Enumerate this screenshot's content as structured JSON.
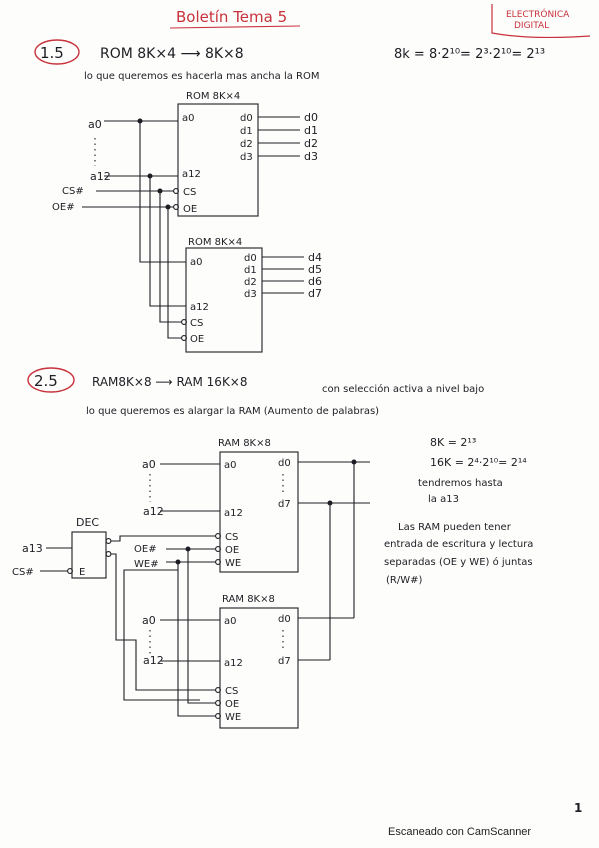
{
  "header": {
    "title": "Boletín Tema 5",
    "stamp_line1": "ELECTRÓNICA",
    "stamp_line2": "DIGITAL"
  },
  "colors": {
    "ink": "#1d1d24",
    "accent_red": "#c8323c",
    "paper": "#fdfdfb"
  },
  "problem1": {
    "number": "1.5",
    "statement": "ROM 8K×4  ⟶  8K×8",
    "formula": "8k = 8·2¹⁰= 2³·2¹⁰= 2¹³",
    "note": "lo que queremos es hacerla mas ancha la ROM",
    "chip1": {
      "title": "ROM 8K×4",
      "in_a0": "a0",
      "in_a12": "a12",
      "in_cs": "CS",
      "in_oe": "OE",
      "outputs": [
        "d0",
        "d1",
        "d2",
        "d3"
      ]
    },
    "chip2": {
      "title": "ROM 8K×4",
      "in_a0": "a0",
      "in_a12": "a12",
      "in_cs": "CS",
      "in_oe": "OE",
      "pins": [
        "d0",
        "d1",
        "d2",
        "d3"
      ],
      "outputs": [
        "d4",
        "d5",
        "d6",
        "d7"
      ]
    },
    "ext_a0": "a0",
    "ext_a12": "a12",
    "ext_cs": "CS#",
    "ext_oe": "OE#"
  },
  "problem2": {
    "number": "2.5",
    "statement": "RAM8K×8  ⟶  RAM 16K×8",
    "condition": "con selección activa a nivel bajo",
    "note": "lo que queremos es alargar la RAM (Aumento de palabras)",
    "calc1": "8K = 2¹³",
    "calc2": "16K = 2⁴·2¹⁰= 2¹⁴",
    "calc3": "tendremos hasta",
    "calc4": "la a13",
    "remark1": "Las RAM pueden tener",
    "remark2": "entrada de escritura y lectura",
    "remark3": "separadas (OE y WE) ó juntas",
    "remark4": "(R/W#)",
    "dec_label": "DEC",
    "dec_e": "E",
    "in_a13": "a13",
    "in_cs": "CS#",
    "sig_oe": "OE#",
    "sig_we": "WE#",
    "ram1": {
      "title": "RAM 8K×8",
      "a0": "a0",
      "a12": "a12",
      "d0": "d0",
      "d7": "d7",
      "cs": "CS",
      "oe": "OE",
      "we": "WE"
    },
    "ram2": {
      "title": "RAM 8K×8",
      "a0": "a0",
      "a12": "a12",
      "d0": "d0",
      "d7": "d7",
      "cs": "CS",
      "oe": "OE",
      "we": "WE"
    },
    "ext1_a0": "a0",
    "ext1_a12": "a12",
    "ext2_a0": "a0",
    "ext2_a12": "a12"
  },
  "page_number": "1",
  "footer": "Escaneado con CamScanner"
}
